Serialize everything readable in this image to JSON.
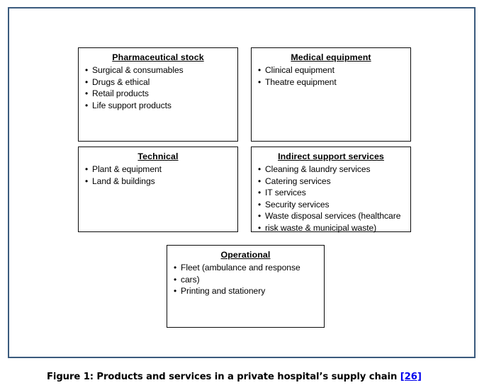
{
  "figure": {
    "frame_border_color": "#3a5a7d",
    "box_border_color": "#0a0a0a",
    "background_color": "#ffffff",
    "caption_prefix": "Figure 1: Products and services in a private hospital’s supply chain ",
    "caption_citation": "[26]"
  },
  "boxes": [
    {
      "id": "pharmaceutical-stock",
      "title": "Pharmaceutical stock",
      "items": [
        "Surgical & consumables",
        "Drugs & ethical",
        "Retail products",
        "Life support products"
      ]
    },
    {
      "id": "medical-equipment",
      "title": "Medical equipment",
      "items": [
        "Clinical equipment",
        "Theatre equipment"
      ]
    },
    {
      "id": "technical",
      "title": "Technical",
      "items": [
        "Plant & equipment",
        "Land & buildings"
      ]
    },
    {
      "id": "indirect-support-services",
      "title": "Indirect support services",
      "items": [
        "Cleaning & laundry services",
        "Catering services",
        "IT services",
        "Security services",
        "Waste disposal services (healthcare",
        "risk waste & municipal waste)"
      ]
    },
    {
      "id": "operational",
      "title": "Operational",
      "items": [
        "Fleet (ambulance and response",
        "cars)",
        "Printing and stationery"
      ]
    }
  ],
  "bullet_glyph": "•"
}
